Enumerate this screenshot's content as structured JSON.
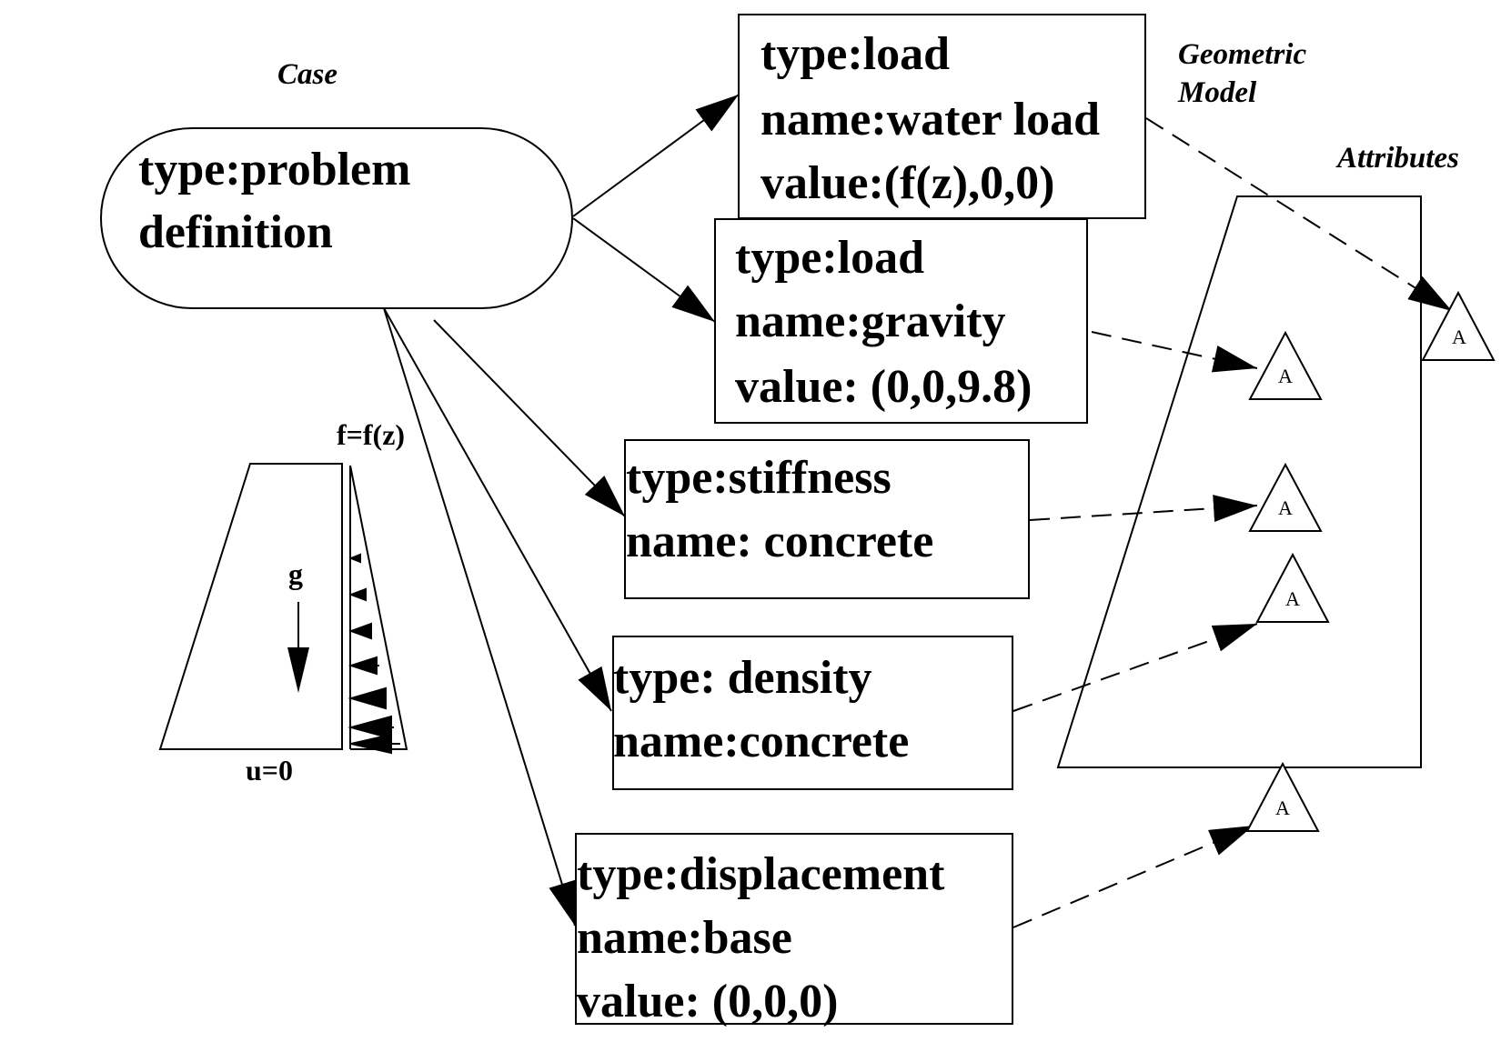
{
  "captions": {
    "case": "Case",
    "geometric_model_line1": "Geometric",
    "geometric_model_line2": "Model",
    "attributes": "Attributes"
  },
  "case_box": {
    "line1": "type:problem",
    "line2": "definition"
  },
  "attribute_boxes": [
    {
      "id": "water-load",
      "lines": [
        "type:load",
        "name:water load",
        "value:(f(z),0,0)"
      ]
    },
    {
      "id": "gravity",
      "lines": [
        "type:load",
        "name:gravity",
        "value: (0,0,9.8)"
      ]
    },
    {
      "id": "stiffness",
      "lines": [
        "type:stiffness",
        "name: concrete"
      ]
    },
    {
      "id": "density",
      "lines": [
        "type: density",
        "name:concrete"
      ]
    },
    {
      "id": "displacement",
      "lines": [
        "type:displacement",
        "name:base",
        "value: (0,0,0)"
      ]
    }
  ],
  "dam_sketch": {
    "load_label": "f=f(z)",
    "gravity_label": "g",
    "boundary_label": "u=0"
  },
  "attribute_marker_letter": "A"
}
